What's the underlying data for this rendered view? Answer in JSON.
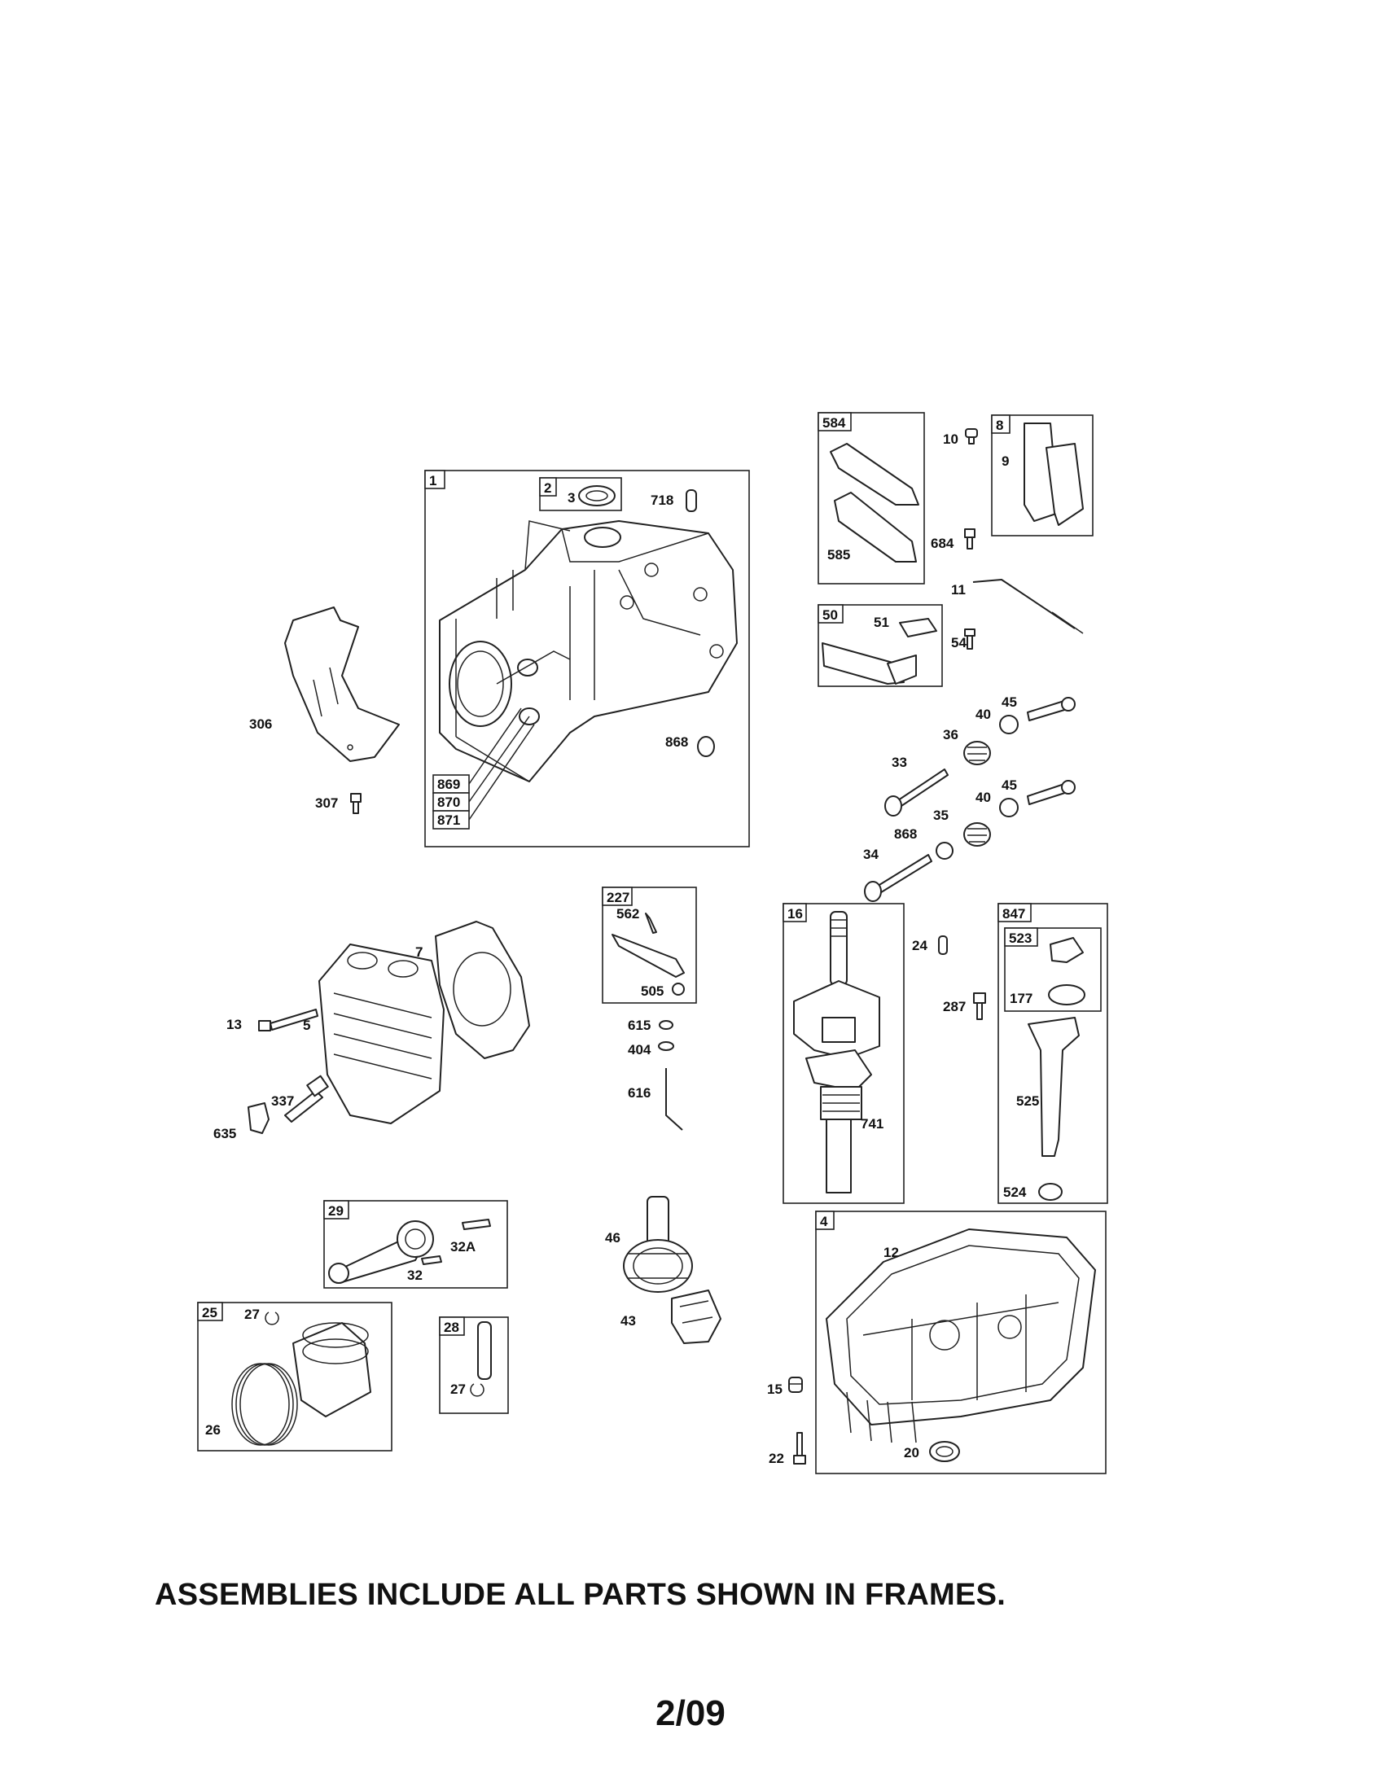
{
  "frames": [
    {
      "id": "1",
      "tab": "1",
      "subtabs": [
        "869",
        "870",
        "871"
      ]
    },
    {
      "id": "2",
      "tab": "2"
    },
    {
      "id": "584",
      "tab": "584"
    },
    {
      "id": "8",
      "tab": "8"
    },
    {
      "id": "50",
      "tab": "50"
    },
    {
      "id": "227",
      "tab": "227"
    },
    {
      "id": "16",
      "tab": "16"
    },
    {
      "id": "847",
      "tab": "847"
    },
    {
      "id": "523",
      "tab": "523"
    },
    {
      "id": "29",
      "tab": "29"
    },
    {
      "id": "25",
      "tab": "25"
    },
    {
      "id": "28",
      "tab": "28"
    },
    {
      "id": "4",
      "tab": "4"
    }
  ],
  "callouts": [
    "3",
    "718",
    "306",
    "307",
    "868",
    "10",
    "9",
    "585",
    "684",
    "11",
    "51",
    "54",
    "45",
    "36",
    "40",
    "33",
    "35",
    "34",
    "7",
    "13",
    "5",
    "337",
    "635",
    "562",
    "505",
    "615",
    "404",
    "616",
    "24",
    "287",
    "177",
    "525",
    "524",
    "741",
    "32A",
    "32",
    "46",
    "43",
    "27",
    "26",
    "12",
    "15",
    "22",
    "20"
  ],
  "footer": {
    "caption": "ASSEMBLIES INCLUDE ALL PARTS SHOWN IN FRAMES.",
    "page": "2/09"
  }
}
